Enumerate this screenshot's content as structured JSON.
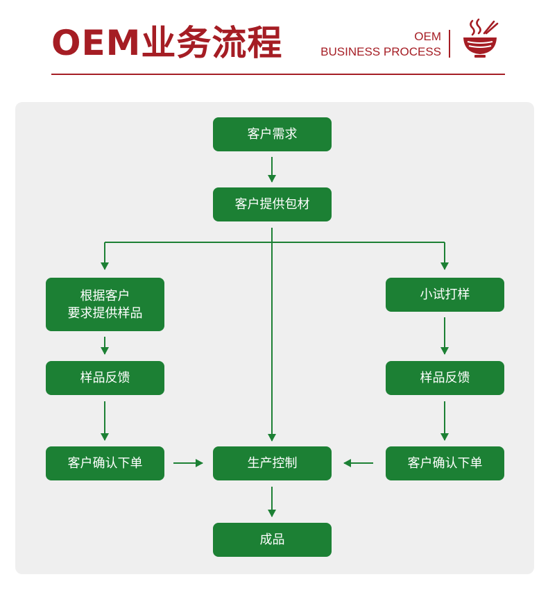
{
  "header": {
    "title": "OEM业务流程",
    "subtitle_line1": "OEM",
    "subtitle_line2": "BUSINESS PROCESS",
    "logo_icon": "bowl-steam-icon"
  },
  "colors": {
    "brand_red": "#a51d24",
    "node_green": "#1c8034",
    "panel_gray": "#efefef"
  },
  "flow": {
    "customer_demand": "客户需求",
    "customer_packaging": "客户提供包材",
    "left_sample_line1": "根据客户",
    "left_sample_line2": "要求提供样品",
    "trial_sample": "小试打样",
    "left_feedback": "样品反馈",
    "right_feedback": "样品反馈",
    "left_order": "客户确认下单",
    "right_order": "客户确认下单",
    "production_control": "生产控制",
    "finished_product": "成品"
  }
}
